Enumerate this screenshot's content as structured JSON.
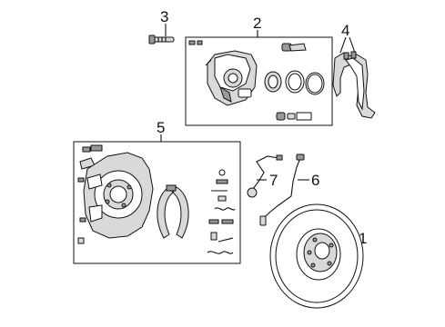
{
  "diagram": {
    "callouts": [
      {
        "id": "rotor",
        "label": "1"
      },
      {
        "id": "caliper",
        "label": "2"
      },
      {
        "id": "bolt",
        "label": "3"
      },
      {
        "id": "pads",
        "label": "4"
      },
      {
        "id": "backing-plate-kit",
        "label": "5"
      },
      {
        "id": "brake-hose",
        "label": "6"
      },
      {
        "id": "brake-line",
        "label": "7"
      }
    ],
    "colors": {
      "line": "#111111",
      "shade": "#d9d9d9",
      "dark": "#9a9a9a",
      "background": "#ffffff"
    }
  }
}
